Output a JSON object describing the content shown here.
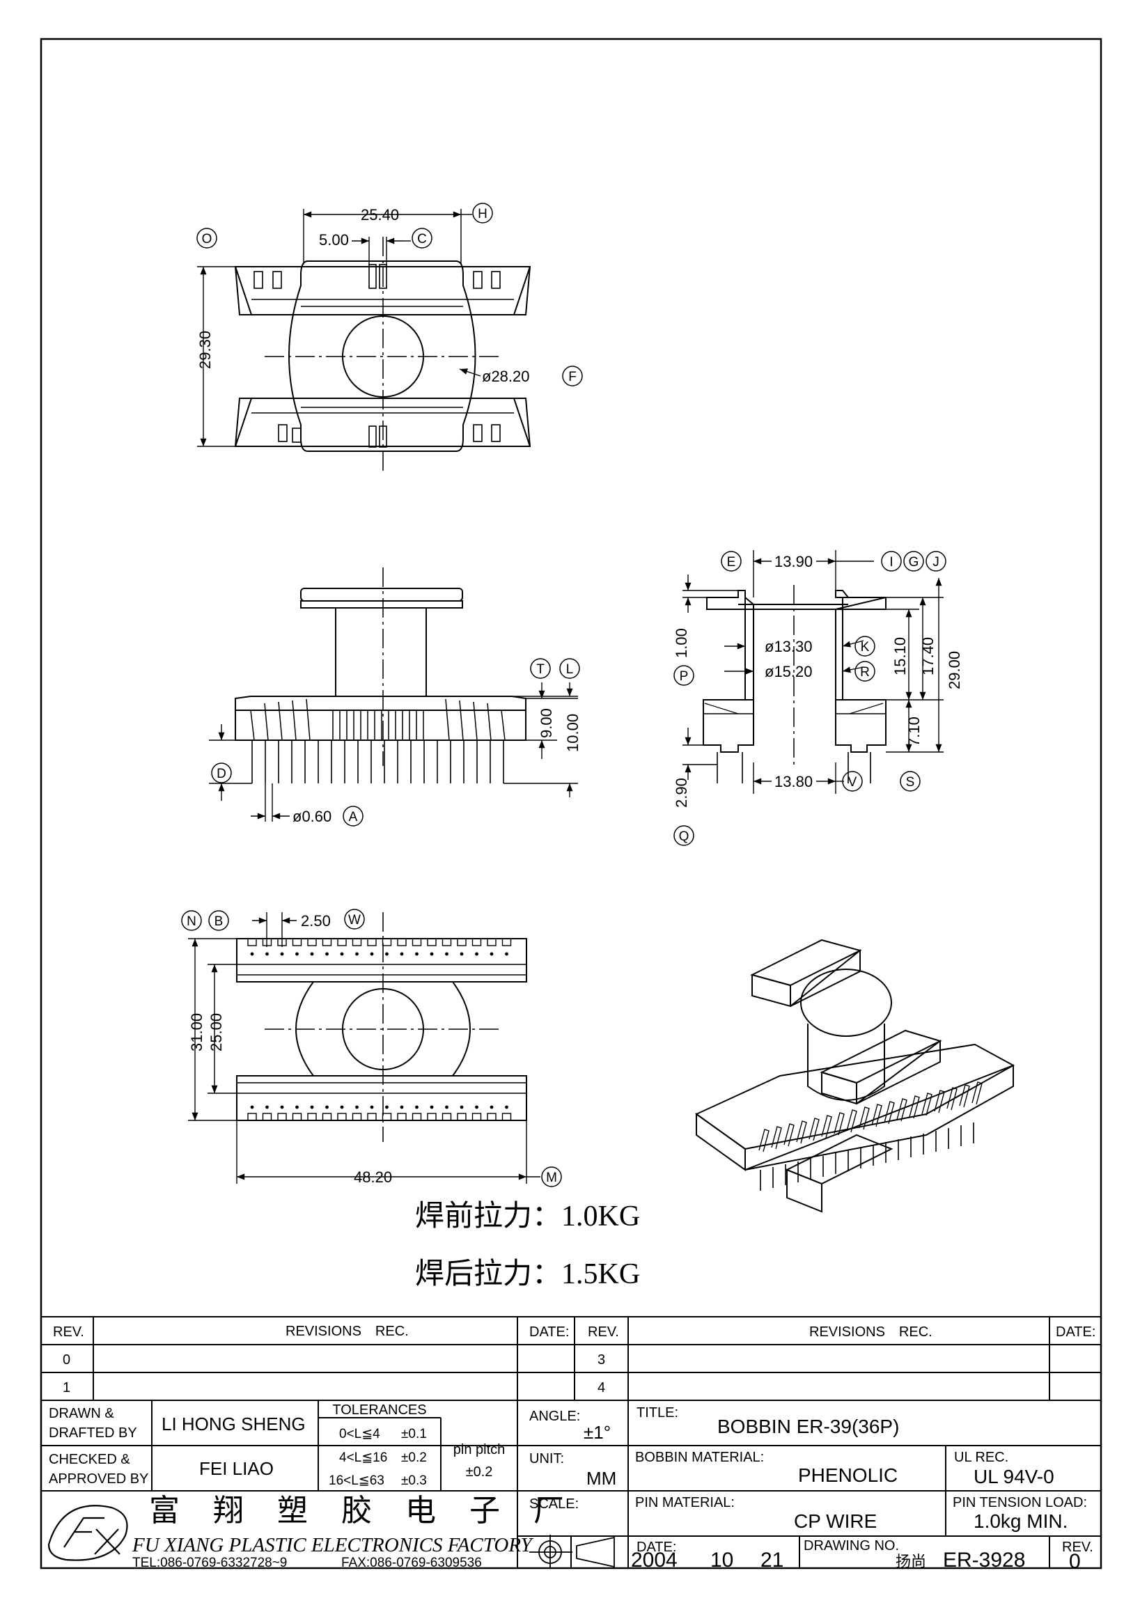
{
  "drawing": {
    "top_view": {
      "dims": {
        "width": "25.40",
        "slot": "5.00",
        "height": "29.30",
        "core": "ø28.20"
      },
      "labels": {
        "o": "O",
        "h": "H",
        "c": "C",
        "f": "F"
      }
    },
    "side_view": {
      "dims": {
        "base": "9.00",
        "base_pin": "10.00",
        "pin_dia": "ø0.60"
      },
      "labels": {
        "t": "T",
        "l": "L",
        "d": "D",
        "a": "A"
      }
    },
    "end_view": {
      "dims": {
        "top_width": "13.90",
        "flange": "1.00",
        "inner": "ø13.30",
        "outer": "ø15.20",
        "h1": "15.10",
        "h2": "17.40",
        "h3": "29.00",
        "h4": "7.10",
        "pin_len": "2.90",
        "bottom_width": "13.80"
      },
      "labels": {
        "e": "E",
        "i": "I",
        "g": "G",
        "j": "J",
        "p": "P",
        "k": "K",
        "r": "R",
        "v": "V",
        "s": "S",
        "q": "Q"
      }
    },
    "bottom_view": {
      "dims": {
        "pitch": "2.50",
        "h_total": "31.00",
        "h_inner": "25.00",
        "length": "48.20"
      },
      "labels": {
        "n": "N",
        "b": "B",
        "w": "W",
        "m": "M"
      }
    },
    "notes": {
      "pre_solder": "焊前拉力：1.0KG",
      "post_solder": "焊后拉力：1.5KG"
    }
  },
  "title_block": {
    "rev_header": {
      "rev": "REV.",
      "revisions": "REVISIONS　REC.",
      "date": "DATE:"
    },
    "rev_rows_left": [
      "0",
      "1"
    ],
    "rev_rows_right": [
      "3",
      "4"
    ],
    "drawn_label_1": "DRAWN &",
    "drawn_label_2": "DRAFTED BY",
    "drawn_name": "LI HONG SHENG",
    "checked_label_1": "CHECKED &",
    "checked_label_2": "APPROVED BY",
    "checked_name": "FEI LIAO",
    "tolerances_label": "TOLERANCES",
    "tol_rows": [
      {
        "range": "0<L≦4",
        "val": "±0.1"
      },
      {
        "range": "4<L≦16",
        "val": "±0.2"
      },
      {
        "range": "16<L≦63",
        "val": "±0.3"
      }
    ],
    "pin_pitch_label": "pin pitch",
    "pin_pitch_val": "±0.2",
    "angle_label": "ANGLE:",
    "angle_val": "±1°",
    "unit_label": "UNIT:",
    "unit_val": "MM",
    "scale_label": "SCALE:",
    "title_label": "TITLE:",
    "title_val": "BOBBIN ER-39(36P)",
    "bobbin_mat_label": "BOBBIN MATERIAL:",
    "bobbin_mat_val": "PHENOLIC",
    "ul_label": "UL REC.",
    "ul_val": "UL 94V-0",
    "pin_mat_label": "PIN MATERIAL:",
    "pin_mat_val": "CP WIRE",
    "pin_tension_label": "PIN TENSION LOAD:",
    "pin_tension_val": "1.0kg MIN.",
    "date_label": "DATE:",
    "date_y": "2004",
    "date_m": "10",
    "date_d": "21",
    "drawing_no_label": "DRAWING NO.",
    "drawing_no_person": "扬尚",
    "drawing_no_val": "ER-3928",
    "rev_label": "REV.",
    "rev_val": "0",
    "company_cn": "富　翔　塑　胶　电　子　厂",
    "company_en": "FU XIANG PLASTIC ELECTRONICS FACTORY",
    "tel": "TEL:086-0769-6332728~9",
    "fax": "FAX:086-0769-6309536"
  }
}
